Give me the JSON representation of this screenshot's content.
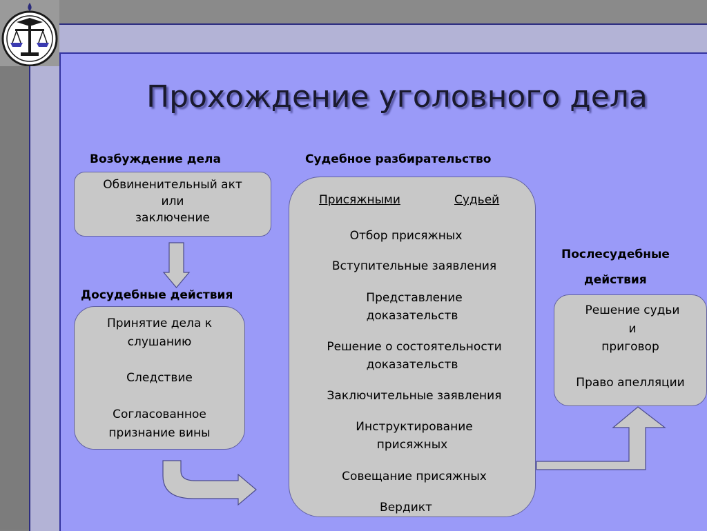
{
  "title": "Прохождение уголовного дела",
  "sections": {
    "initiation": {
      "header": "Возбуждение дела",
      "lines": [
        "Обвиненительный акт",
        "или",
        "заключение"
      ]
    },
    "pretrial": {
      "header": "Досудебные действия",
      "lines": [
        "Принятие дела к",
        "слушанию",
        "Следствие",
        "Согласованное",
        "признание вины"
      ]
    },
    "trial": {
      "header": "Судебное разбирательство",
      "by_jury": "Присяжными",
      "by_judge": "Судьей",
      "lines": [
        "Отбор присяжных",
        "Вступительные заявления",
        "Представление",
        "доказательств",
        "Решение о состоятельности",
        "доказательств",
        "Заключительные заявления",
        "Инструктирование",
        "присяжных",
        "Совещание присяжных",
        "Вердикт"
      ]
    },
    "posttrial": {
      "header_line1": "Послесудебные",
      "header_line2": "действия",
      "lines": [
        "Решение судьи",
        "и",
        "приговор",
        "Право апелляции"
      ]
    }
  },
  "colors": {
    "slide_bg": "#9a9af8",
    "box_fill": "#c8c8c8",
    "arrow_fill": "#c8c8c8"
  },
  "icons": [
    "scales-of-justice-icon"
  ]
}
